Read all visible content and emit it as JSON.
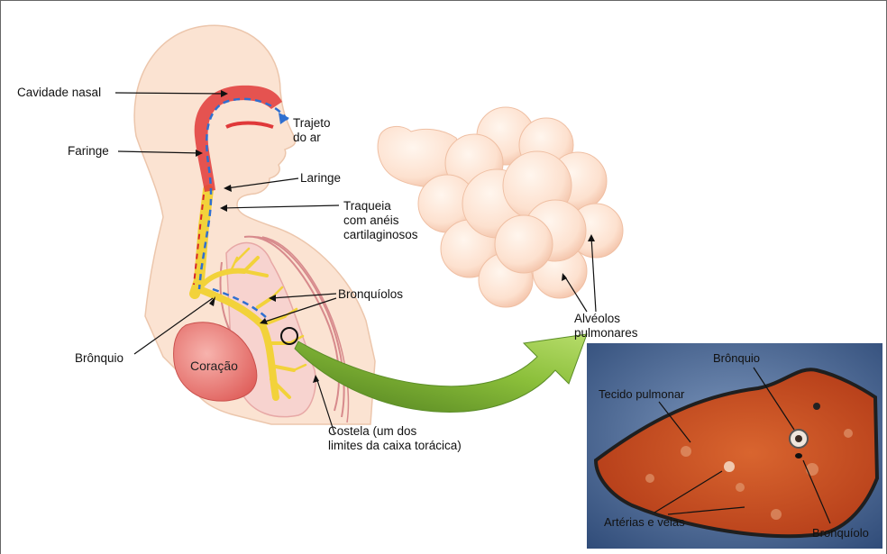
{
  "labels": {
    "cavidade_nasal": "Cavidade nasal",
    "faringe": "Faringe",
    "trajeto_line1": "Trajeto",
    "trajeto_line2": "do ar",
    "laringe": "Laringe",
    "traqueia_line1": "Traqueia",
    "traqueia_line2": "com anéis",
    "traqueia_line3": "cartilaginosos",
    "bronquiolos": "Bronquíolos",
    "bronquio": "Brônquio",
    "coracao": "Coração",
    "costela_line1": "Costela (um dos",
    "costela_line2": "limites da caixa torácica)",
    "alveolos_line1": "Alvéolos",
    "alveolos_line2": "pulmonares"
  },
  "photo_labels": {
    "tecido_pulmonar": "Tecido pulmonar",
    "bronquio": "Brônquio",
    "arterias_e_veias": "Artérias e veias",
    "bronquiolo": "Bronquíolo"
  },
  "colors": {
    "skin": "#fbe3d2",
    "skin_outline": "#e8bfa5",
    "nasal_red": "#e0393a",
    "trachea_yellow": "#f5dc3a",
    "lung_pink": "#f7d3cf",
    "heart": "#ec7f7a",
    "alveoli": "#fde1cf",
    "green_arrow": "#8bbf3a",
    "photo_bg": "#3f5f8e",
    "lung_tissue": "#c8441d"
  }
}
